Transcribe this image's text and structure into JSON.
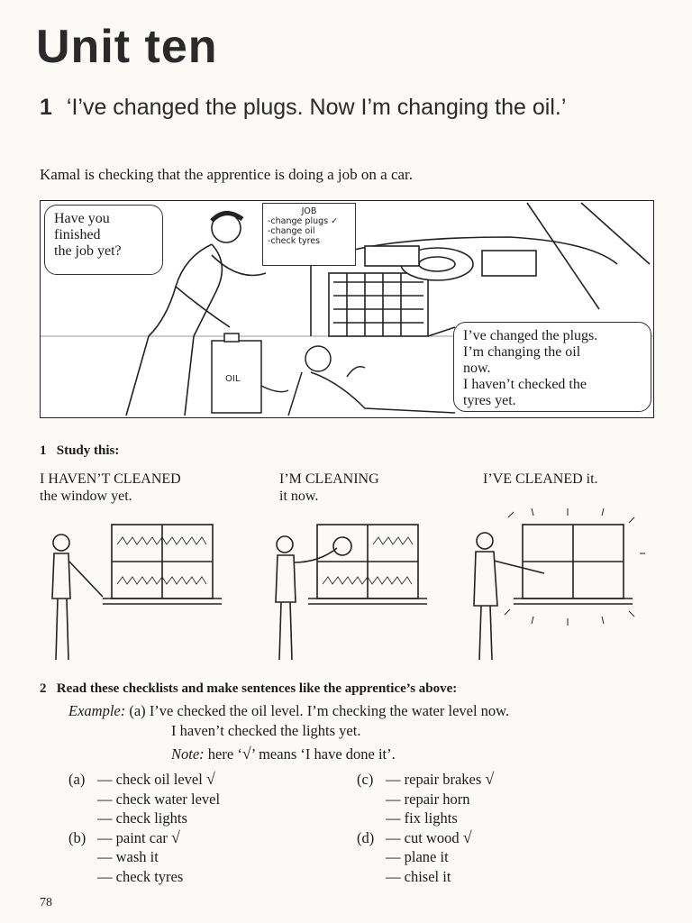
{
  "unit": {
    "title": "Unit ten"
  },
  "section": {
    "number": "1",
    "title": "‘I’ve changed the plugs. Now I’m changing the oil.’"
  },
  "intro": "Kamal is checking that the apprentice is doing a job on a car.",
  "comic": {
    "bubble_left": [
      "Have you",
      "finished",
      "the job yet?"
    ],
    "bubble_right": [
      "I’ve changed the plugs.",
      "I’m changing the oil",
      "now.",
      "I haven’t checked the",
      "tyres yet."
    ],
    "job_card": {
      "title": "JOB",
      "items": [
        "-change plugs ✓",
        "-change oil",
        "-check tyres"
      ]
    },
    "can_label": "OIL"
  },
  "study": {
    "number": "1",
    "heading": "Study this:",
    "col1": {
      "caps": "I HAVEN’T CLEANED",
      "rest": "the window yet."
    },
    "col2": {
      "caps": "I’M CLEANING",
      "rest": "it now."
    },
    "col3": {
      "caps": "I’VE CLEANED",
      "rest": " it."
    }
  },
  "exercise": {
    "number": "2",
    "heading": "Read these checklists and make sentences like the apprentice’s above:",
    "example_label": "Example:",
    "example_tag": "(a)",
    "example_line1": "I’ve checked the oil level. I’m checking the water level now.",
    "example_line2": "I haven’t checked the lights yet.",
    "note_label": "Note:",
    "note_text_1": " here ‘",
    "note_symbol": "√",
    "note_text_2": "’ means ‘I have done it’.",
    "left": [
      {
        "label": "(a)",
        "items": [
          {
            "text": "— check oil level",
            "tick": "√"
          },
          {
            "text": "— check water level",
            "tick": ""
          },
          {
            "text": "— check lights",
            "tick": ""
          }
        ]
      },
      {
        "label": "(b)",
        "items": [
          {
            "text": "— paint car",
            "tick": "√"
          },
          {
            "text": "— wash it",
            "tick": ""
          },
          {
            "text": "— check tyres",
            "tick": ""
          }
        ]
      }
    ],
    "right": [
      {
        "label": "(c)",
        "items": [
          {
            "text": "— repair brakes",
            "tick": "√"
          },
          {
            "text": "— repair horn",
            "tick": ""
          },
          {
            "text": "— fix lights",
            "tick": ""
          }
        ]
      },
      {
        "label": "(d)",
        "items": [
          {
            "text": "— cut wood",
            "tick": "√"
          },
          {
            "text": "— plane it",
            "tick": ""
          },
          {
            "text": "— chisel it",
            "tick": ""
          }
        ]
      }
    ]
  },
  "page_number": "78"
}
